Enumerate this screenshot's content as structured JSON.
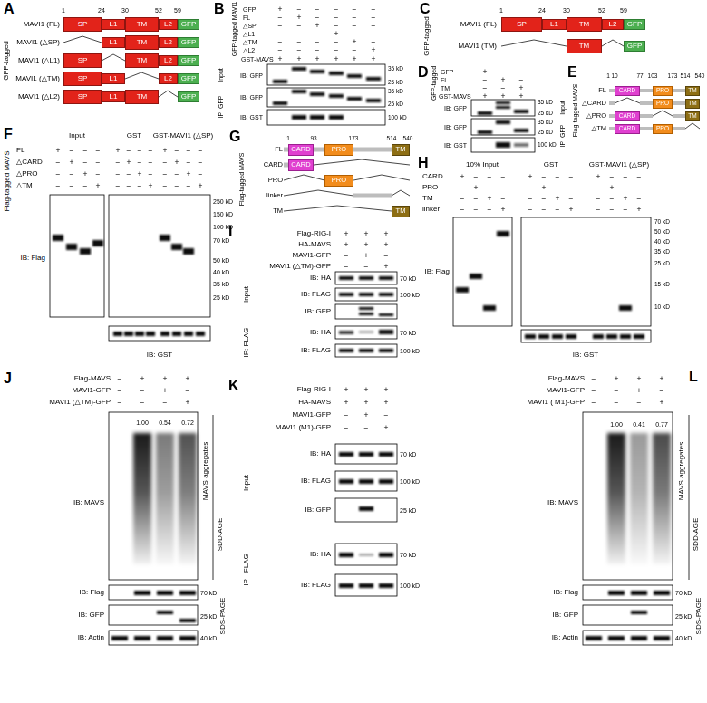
{
  "diagram": {
    "nodes": [
      {
        "text": [
          "SP"
        ]
      },
      {
        "text": [
          "L1"
        ]
      },
      {
        "text": [
          "TM"
        ]
      },
      {
        "text": [
          "L2"
        ]
      },
      {
        "text": [
          "GFP"
        ]
      },
      {
        "text": [
          "L1"
        ]
      },
      {
        "text": [
          "TM"
        ]
      },
      {
        "text": [
          "L2"
        ]
      },
      {
        "text": [
          "GFP"
        ]
      },
      {
        "text": [
          "SP"
        ]
      },
      {
        "text": [
          "TM"
        ]
      },
      {
        "text": [
          "L2"
        ]
      },
      {
        "text": [
          "GFP"
        ]
      },
      {
        "text": [
          "SP"
        ]
      },
      {
        "text": [
          "L1"
        ]
      },
      {
        "text": [
          "L2"
        ]
      },
      {
        "text": [
          "GFP"
        ]
      },
      {
        "text": [
          "SP"
        ]
      },
      {
        "text": [
          "L1"
        ]
      },
      {
        "text": [
          "TM"
        ]
      },
      {
        "text": [
          "GFP"
        ]
      },
      {
        "text": [
          "SP"
        ]
      },
      {
        "text": [
          "L1"
        ]
      },
      {
        "text": [
          "TM"
        ]
      },
      {
        "text": [
          "L2"
        ]
      },
      {
        "text": [
          "GFP"
        ]
      },
      {
        "text": [
          "TM"
        ]
      },
      {
        "text": [
          "GFP"
        ]
      },
      {
        "text": [
          "CARD"
        ]
      },
      {
        "text": [
          "PRO"
        ]
      },
      {
        "text": [
          "TM"
        ]
      },
      {
        "text": [
          "PRO"
        ]
      },
      {
        "text": [
          "TM"
        ]
      },
      {
        "text": [
          "CARD"
        ]
      },
      {
        "text": [
          "TM"
        ]
      },
      {
        "text": [
          "CARD"
        ]
      },
      {
        "text": [
          "PRO"
        ]
      },
      {
        "text": [
          "CARD"
        ]
      },
      {
        "text": [
          "PRO"
        ]
      },
      {
        "text": [
          "TM"
        ]
      },
      {
        "text": [
          "CARD"
        ]
      },
      {
        "text": [
          "PRO"
        ]
      },
      {
        "text": [
          "TM"
        ]
      }
    ],
    "labels": [
      "A",
      "1",
      "24",
      "30",
      "52",
      "59",
      "GFP-tagged",
      "MAVI1 (FL)",
      "MAVI1 (△SP)",
      "MAVI1 (△L1)",
      "MAVI1 (△TM)",
      "MAVI1 (△L2)",
      "B",
      "GFP-tagged MAVI1",
      "GFP",
      "+",
      "−",
      "−",
      "−",
      "−",
      "−",
      "FL",
      "−",
      "+",
      "−",
      "−",
      "−",
      "−",
      "△SP",
      "−",
      "−",
      "+",
      "−",
      "−",
      "−",
      "△L1",
      "−",
      "−",
      "−",
      "+",
      "−",
      "−",
      "△TM",
      "−",
      "−",
      "−",
      "−",
      "+",
      "−",
      "△L2",
      "−",
      "−",
      "−",
      "−",
      "−",
      "+",
      "GST-MAVS",
      "+",
      "+",
      "+",
      "+",
      "+",
      "+",
      "Input",
      "IB: GFP",
      "35 kD",
      "25 kD",
      "IP: GFP",
      "IB: GFP",
      "35 kD",
      "25 kD",
      "IB: GST",
      "100 kD",
      "C",
      "GFP-tagged",
      "1",
      "24",
      "30",
      "52",
      "59",
      "MAVI1 (FL)",
      "MAVI1 (TM)",
      "D",
      "GFP-tagged",
      "GFP",
      "+",
      "−",
      "−",
      "FL",
      "−",
      "+",
      "−",
      "TM",
      "−",
      "−",
      "+",
      "GST-MAVS",
      "+",
      "+",
      "+",
      "IB: GFP",
      "35 kD",
      "25 kD",
      "Input",
      "IB: GFP",
      "35 kD",
      "25 kD",
      "IP: GFP",
      "IB: GST",
      "100 kD",
      "E",
      "Flag-tagged MAVS",
      "1",
      "10",
      "77",
      "103",
      "173",
      "514",
      "540",
      "FL",
      "△CARD",
      "△PRO",
      "△TM",
      "F",
      "Input",
      "GST",
      "GST-MAVI1 (△SP)",
      "Flag-tagged MAVS",
      "FL",
      "+",
      "−",
      "−",
      "−",
      "+",
      "−",
      "−",
      "−",
      "+",
      "−",
      "−",
      "−",
      "△CARD",
      "−",
      "+",
      "−",
      "−",
      "−",
      "+",
      "−",
      "−",
      "−",
      "+",
      "−",
      "−",
      "△PRO",
      "−",
      "−",
      "+",
      "−",
      "−",
      "−",
      "+",
      "−",
      "−",
      "−",
      "+",
      "−",
      "△TM",
      "−",
      "−",
      "−",
      "+",
      "−",
      "−",
      "−",
      "+",
      "−",
      "−",
      "−",
      "+",
      "IB: Flag",
      "250 kD",
      "150 kD",
      "100 kD",
      "70 kD",
      "50 kD",
      "40 kD",
      "35 kD",
      "25 kD",
      "IB: GST",
      "G",
      "Flag-tagged MAVS",
      "1",
      "93",
      "173",
      "514",
      "540",
      "FL",
      "CARD",
      "PRO",
      "linker",
      "TM",
      "H",
      "10% Input",
      "GST",
      "GST-MAVI1 (△SP)",
      "CARD",
      "+",
      "−",
      "−",
      "−",
      "+",
      "−",
      "−",
      "−",
      "+",
      "−",
      "−",
      "−",
      "PRO",
      "−",
      "+",
      "−",
      "−",
      "−",
      "+",
      "−",
      "−",
      "−",
      "+",
      "−",
      "−",
      "TM",
      "−",
      "−",
      "+",
      "−",
      "−",
      "−",
      "+",
      "−",
      "−",
      "−",
      "+",
      "−",
      "linker",
      "−",
      "−",
      "−",
      "+",
      "−",
      "−",
      "−",
      "+",
      "−",
      "−",
      "−",
      "+",
      "IB: Flag",
      "70 kD",
      "50 kD",
      "40 kD",
      "35 kD",
      "25 kD",
      "15 kD",
      "10 kD",
      "IB: GST",
      "I",
      "Flag-RIG-I",
      "+",
      "+",
      "+",
      "HA-MAVS",
      "+",
      "+",
      "+",
      "MAVI1-GFP",
      "−",
      "+",
      "−",
      "MAVI1 (△TM)-GFP",
      "−",
      "−",
      "+",
      "Input",
      "IB: HA",
      "70 kD",
      "IB: FLAG",
      "100 kD",
      "IB: GFP",
      "IP: FLAG",
      "IB: HA",
      "70 kD",
      "IB: FLAG",
      "100 kD",
      "J",
      "Flag-MAVS",
      "−",
      "+",
      "+",
      "+",
      "MAVI1-GFP",
      "−",
      "−",
      "+",
      "−",
      "MAVI1 (△TM)-GFP",
      "−",
      "−",
      "−",
      "+",
      "1.00",
      "0.54",
      "0.72",
      "IB: MAVS",
      "MAVS aggregates",
      "SDD-AGE",
      "IB: Flag",
      "70 kD",
      "IB: GFP",
      "25 kD",
      "IB: Actin",
      "40 kD",
      "SDS-PAGE",
      "K",
      "Flag-RIG-I",
      "+",
      "+",
      "+",
      "HA-MAVS",
      "+",
      "+",
      "+",
      "MAVI1-GFP",
      "−",
      "+",
      "−",
      "MAVI1 (M1)-GFP",
      "−",
      "−",
      "+",
      "Input",
      "IB: HA",
      "70 kD",
      "IB: FLAG",
      "100 kD",
      "IB: GFP",
      "25 kD",
      "IP - FLAG",
      "IB: HA",
      "70 kD",
      "IB: FLAG",
      "100 kD",
      "L",
      "Flag-MAVS",
      "−",
      "+",
      "+",
      "+",
      "MAVI1-GFP",
      "−",
      "−",
      "+",
      "−",
      "MAVI1 ( M1)-GFP",
      "−",
      "−",
      "−",
      "+",
      "1.00",
      "0.41",
      "0.77",
      "IB: MAVS",
      "MAVS aggregates",
      "SDD-AGE",
      "IB: Flag",
      "70 kD",
      "IB: GFP",
      "25 kD",
      "IB: Actin",
      "40 kD",
      "SDS-PAGE"
    ]
  }
}
